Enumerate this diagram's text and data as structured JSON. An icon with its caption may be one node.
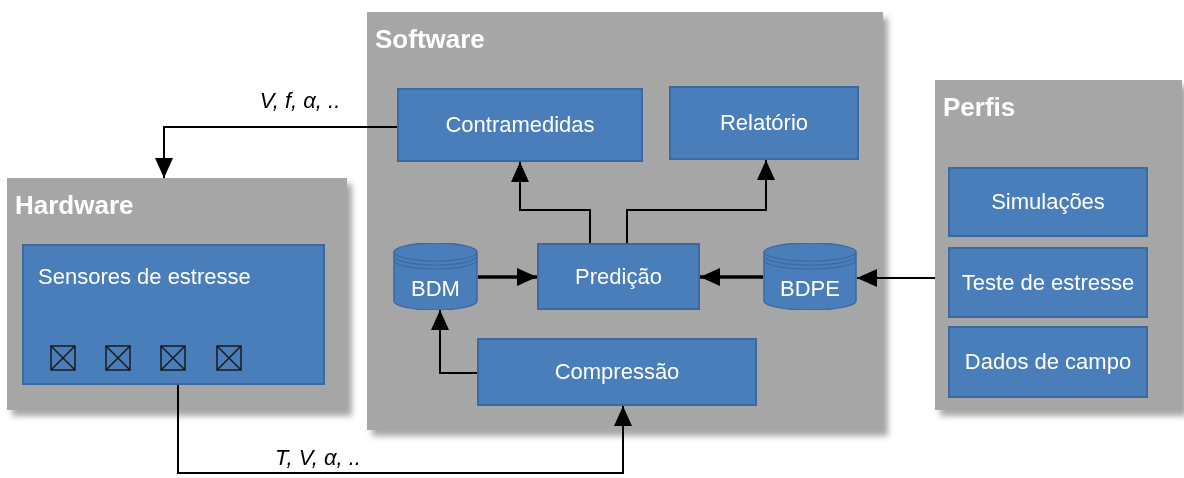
{
  "diagram": {
    "nodes": [
      {
        "text": [
          "Software"
        ]
      },
      {
        "text": [
          "Contramedidas"
        ],
        "in": 0
      },
      {
        "text": [
          "Relatório"
        ],
        "in": 0
      },
      {
        "text": [
          "BDM"
        ],
        "in": 0
      },
      {
        "text": [
          "Predição"
        ],
        "in": 0
      },
      {
        "text": [
          "BDPE"
        ],
        "in": 0
      },
      {
        "text": [
          "Compressão"
        ],
        "in": 0
      },
      {
        "text": [
          "Perfis"
        ]
      },
      {
        "text": [
          "Simulações"
        ],
        "in": 7
      },
      {
        "text": [
          "Teste de estresse"
        ],
        "in": 7
      },
      {
        "text": [
          "Dados de campo"
        ],
        "in": 7
      },
      {
        "text": [
          "Hardware"
        ]
      },
      {
        "text": [
          "Sensores de estresse"
        ],
        "in": 11
      }
    ],
    "edges": [
      {
        "from": 1,
        "to": 11,
        "arrow": "to",
        "label": "V, f, α, .."
      },
      {
        "from": 12,
        "to": 6,
        "arrow": "to",
        "label": "T, V, α, .."
      },
      {
        "from": 6,
        "to": 3,
        "arrow": "to"
      },
      {
        "from": 3,
        "to": 4,
        "arrow": "to"
      },
      {
        "from": 5,
        "to": 4,
        "arrow": "to"
      },
      {
        "from": 4,
        "to": 1,
        "arrow": "to"
      },
      {
        "from": 4,
        "to": 2,
        "arrow": "to"
      },
      {
        "from": 7,
        "to": 5,
        "arrow": "to"
      }
    ]
  }
}
